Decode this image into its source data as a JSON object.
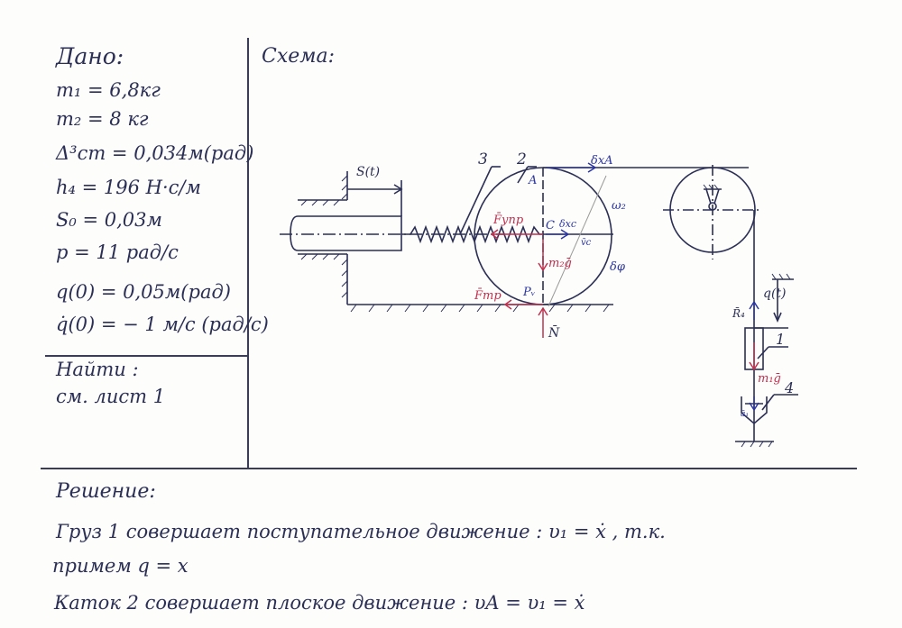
{
  "given": {
    "title": "Дано:",
    "items": [
      "m₁ = 6,8кг",
      "m₂ = 8 кг",
      "Δ³ст = 0,034м(рад)",
      "h₄ = 196 Н·с/м",
      "S₀ = 0,03м",
      "p = 11 рад/с",
      "q(0) = 0,05м(рад)",
      "q̇(0) = − 1 м/с (рад/с)"
    ]
  },
  "find": {
    "title": "Найти :",
    "value": "см. лист 1"
  },
  "scheme": {
    "title": "Схема:",
    "labels": {
      "s_t": "S(t)",
      "body3": "3",
      "body2": "2",
      "point_a": "A",
      "point_c": "C",
      "point_pv": "Pᵥ",
      "dxa": "δxA",
      "dxc": "δxc",
      "vc": "v̄c",
      "omega2": "ω₂",
      "dphi": "δφ",
      "f_spring": "F̄упр",
      "m2g": "m₂ḡ",
      "f_fr": "F̄тр",
      "n": "N̄",
      "r4": "R̄₄",
      "q_t": "q(t)",
      "body1": "1",
      "m1g": "m₁ḡ",
      "body4": "4",
      "a1": "ā₁"
    },
    "colors": {
      "ink": "#2b2f55",
      "red": "#c0304f",
      "blue": "#2a35a0"
    }
  },
  "solution": {
    "title": "Решение:",
    "lines": [
      "Груз 1 совершает поступательное движение : υ₁ = ẋ , т.к.",
      "примем q = x",
      "Каток 2 совершает плоское движение : υA = υ₁ = ẋ"
    ]
  }
}
